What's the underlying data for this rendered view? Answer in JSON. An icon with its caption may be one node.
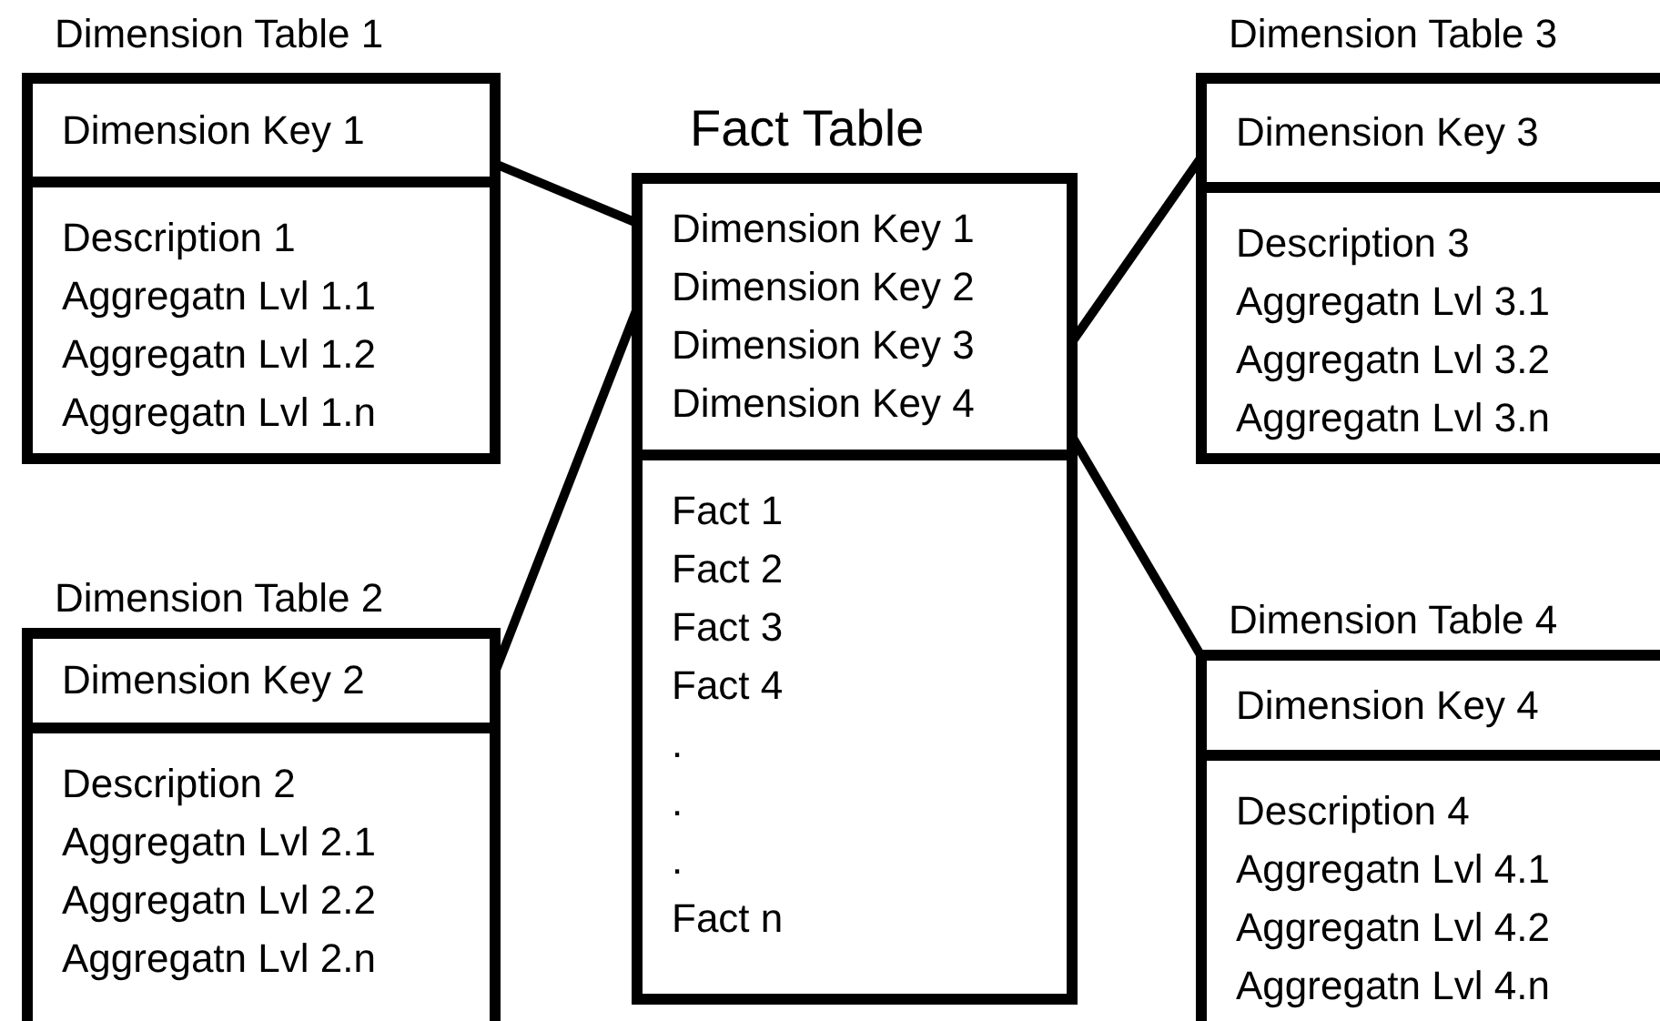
{
  "diagram": {
    "nodes": [
      {
        "text": [
          "Dimension Table 1"
        ]
      },
      {
        "text": [
          "Dimension Key 1"
        ],
        "in": 0
      },
      {
        "text": [
          "Description 1",
          "Aggregatn Lvl 1.1",
          "Aggregatn Lvl 1.2",
          "Aggregatn Lvl 1.n"
        ],
        "in": 0
      },
      {
        "text": [
          "Fact Table"
        ]
      },
      {
        "text": [
          "Dimension Key 1",
          "Dimension Key 2",
          "Dimension Key 3",
          "Dimension Key 4"
        ],
        "in": 3
      },
      {
        "text": [
          "Fact 1",
          "Fact 2",
          "Fact 3",
          "Fact 4",
          ".",
          ".",
          ".",
          "Fact n"
        ],
        "in": 3
      },
      {
        "text": [
          "Dimension Table 3"
        ]
      },
      {
        "text": [
          "Dimension Key 3"
        ],
        "in": 6
      },
      {
        "text": [
          "Description 3",
          "Aggregatn Lvl 3.1",
          "Aggregatn Lvl 3.2",
          "Aggregatn Lvl 3.n"
        ],
        "in": 6
      },
      {
        "text": [
          "Dimension Table 2"
        ]
      },
      {
        "text": [
          "Dimension Key 2"
        ],
        "in": 9
      },
      {
        "text": [
          "Description 2",
          "Aggregatn Lvl 2.1",
          "Aggregatn Lvl 2.2",
          "Aggregatn Lvl 2.n"
        ],
        "in": 9
      },
      {
        "text": [
          "Dimension Table 4"
        ]
      },
      {
        "text": [
          "Dimension Key 4"
        ],
        "in": 12
      },
      {
        "text": [
          "Description 4",
          "Aggregatn Lvl 4.1",
          "Aggregatn Lvl 4.2",
          "Aggregatn Lvl 4.n"
        ],
        "in": 12
      }
    ],
    "edges": [
      {
        "from": 1,
        "to": 4,
        "arrow": "none"
      },
      {
        "from": 10,
        "to": 4,
        "arrow": "none"
      },
      {
        "from": 7,
        "to": 4,
        "arrow": "none"
      },
      {
        "from": 13,
        "to": 4,
        "arrow": "none"
      }
    ]
  }
}
